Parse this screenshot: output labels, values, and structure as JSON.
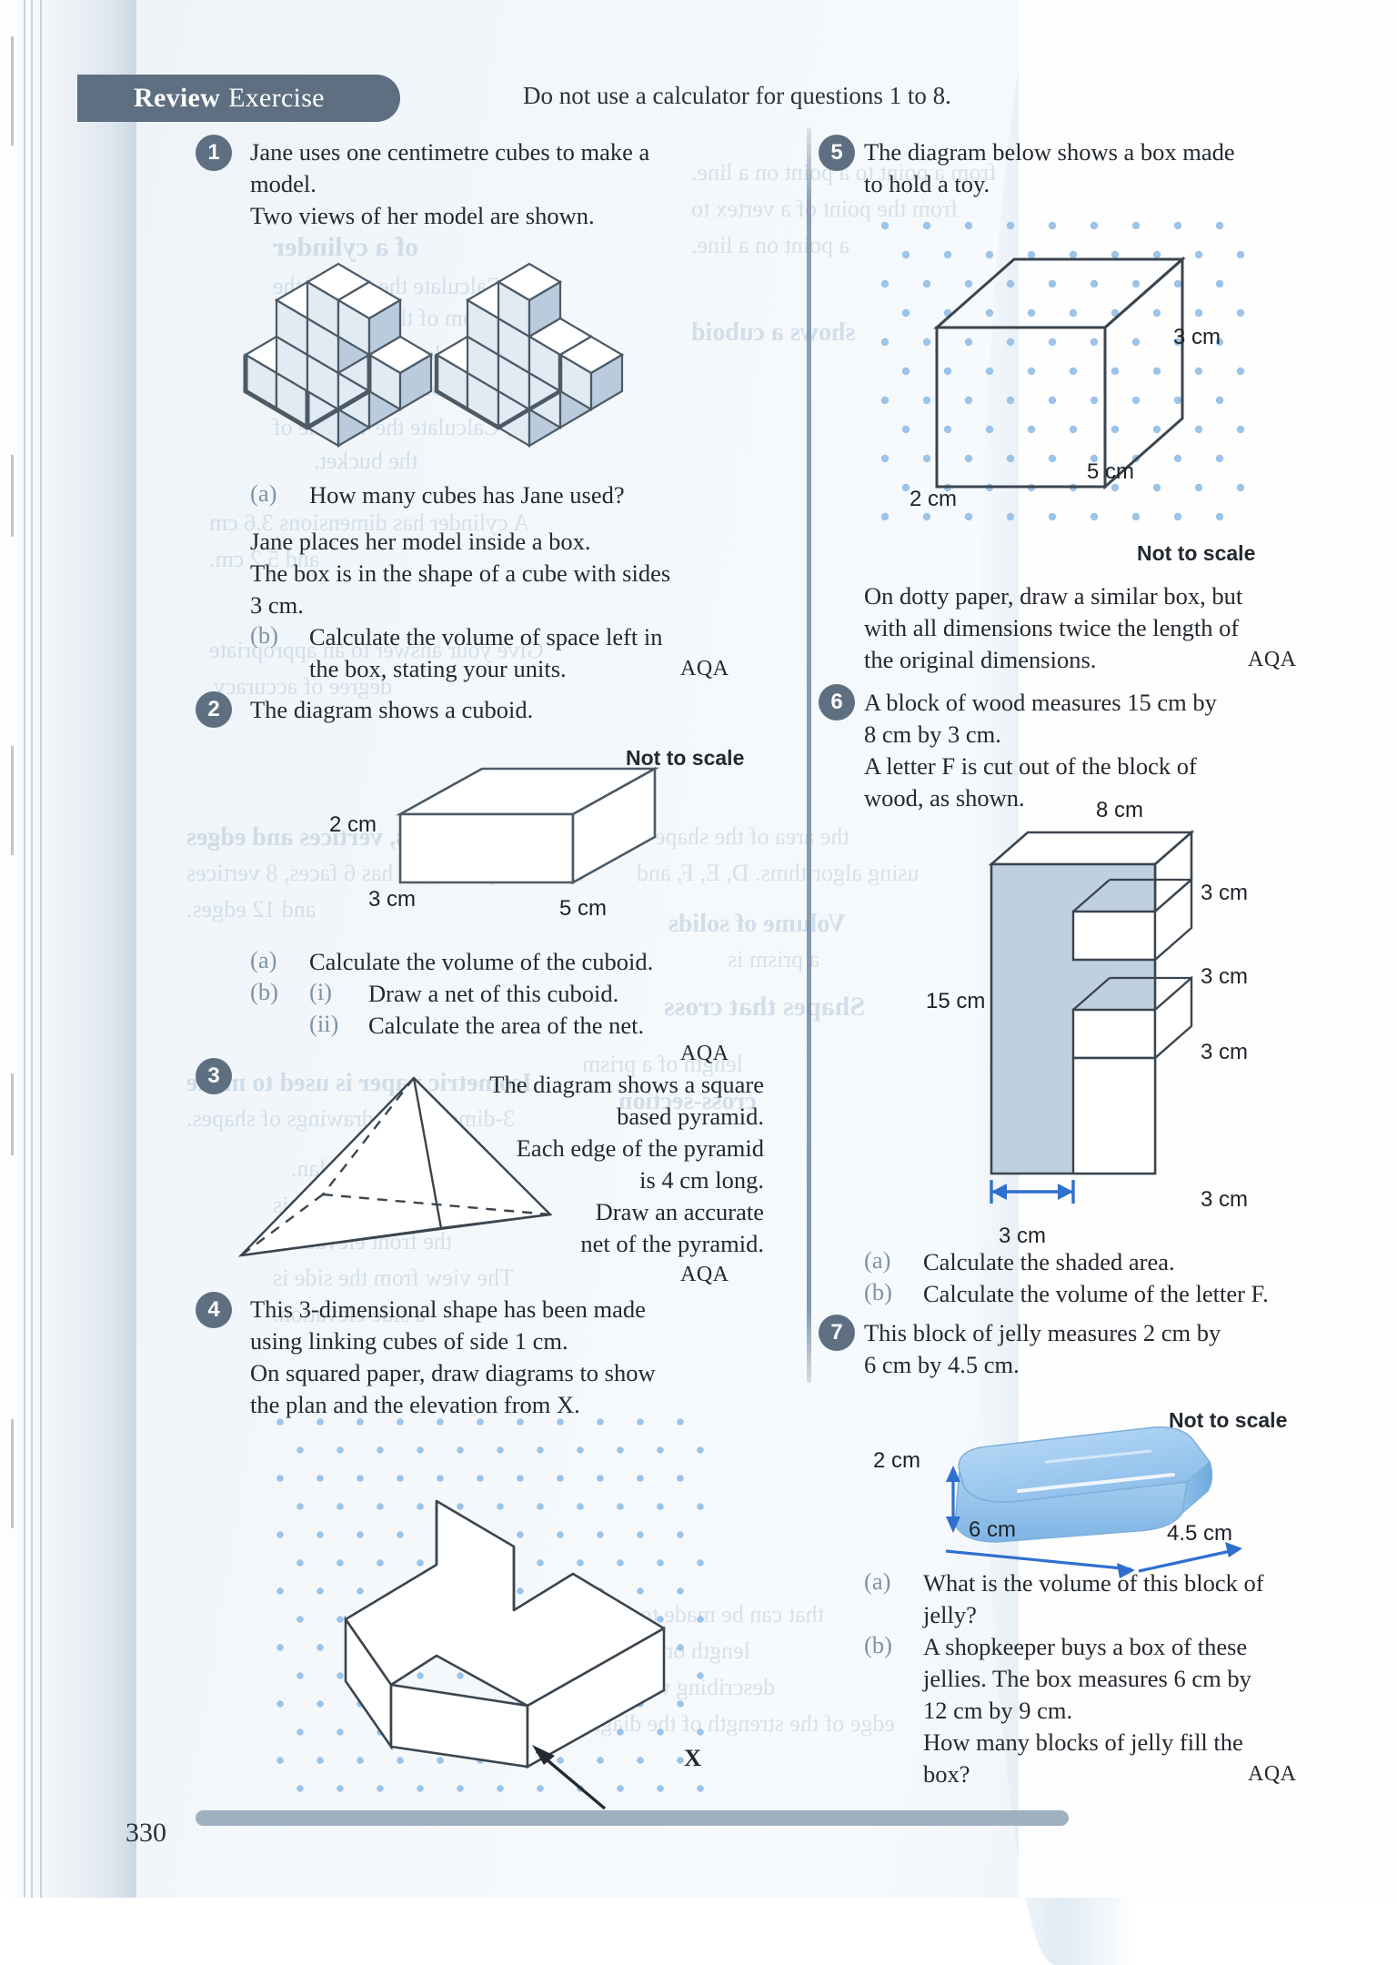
{
  "page": {
    "number": "330",
    "header_bold": "Review",
    "header_rest": "Exercise",
    "header_note": "Do not use a calculator for questions 1 to 8.",
    "aqa": "AQA",
    "not_to_scale": "Not to scale",
    "accent_header": "#5d6f80",
    "accent_sublabel": "#7f93a6",
    "accent_dot": "#9cc3e8",
    "accent_arrow": "#2f6fd0"
  },
  "questions": [
    {
      "num": "1",
      "lines": [
        "Jane uses one centimetre cubes to make a",
        "model.",
        "Two views of her model are shown."
      ],
      "part_a_label": "(a)",
      "part_a_text": "How many cubes has Jane used?",
      "mid_lines": [
        "Jane places her model inside a box.",
        "The box is in the shape of a cube with sides",
        "3 cm."
      ],
      "part_b_label": "(b)",
      "part_b_lines": [
        "Calculate the volume of space left in",
        "the box, stating your units."
      ],
      "source": "AQA"
    },
    {
      "num": "2",
      "lines": [
        "The diagram shows a cuboid."
      ],
      "not_to_scale": "Not to scale",
      "dimensions": {
        "height": "2 cm",
        "depth": "3 cm",
        "width": "5 cm"
      },
      "part_a_label": "(a)",
      "part_a_text": "Calculate the volume of the cuboid.",
      "part_b_label": "(b)",
      "part_b_i_label": "(i)",
      "part_b_i_text": "Draw a net of this cuboid.",
      "part_b_ii_label": "(ii)",
      "part_b_ii_text": "Calculate the area of the net.",
      "source": "AQA"
    },
    {
      "num": "3",
      "lines": [
        "The diagram shows a square",
        "based pyramid.",
        "Each edge of the pyramid",
        "is 4 cm long.",
        "Draw an accurate",
        "net of the pyramid."
      ],
      "source": "AQA"
    },
    {
      "num": "4",
      "lines": [
        "This 3-dimensional shape has been made",
        "using linking cubes of side 1 cm.",
        "On squared paper, draw diagrams to show",
        "the plan and the elevation from X."
      ],
      "marker": "X"
    },
    {
      "num": "5",
      "lines": [
        "The diagram below shows a box made",
        "to hold a toy."
      ],
      "not_to_scale": "Not to scale",
      "dimensions": {
        "height": "3 cm",
        "width": "5 cm",
        "depth": "2 cm"
      },
      "tail_lines": [
        "On dotty paper, draw a similar box, but",
        "with all dimensions twice the length of",
        "the original dimensions."
      ],
      "source": "AQA"
    },
    {
      "num": "6",
      "lines": [
        "A block of wood measures 15 cm by",
        "8 cm by 3 cm.",
        "A letter F is cut out of the block of",
        "wood, as shown."
      ],
      "dimensions": {
        "top": "8 cm",
        "left": "15 cm",
        "r1": "3 cm",
        "r2": "3 cm",
        "r3": "3 cm",
        "r4": "3 cm",
        "bottom": "3 cm"
      },
      "part_a_label": "(a)",
      "part_a_text": "Calculate the shaded area.",
      "part_b_label": "(b)",
      "part_b_text": "Calculate the volume of the letter F."
    },
    {
      "num": "7",
      "lines": [
        "This block of jelly measures 2 cm by",
        "6 cm by 4.5 cm."
      ],
      "not_to_scale": "Not to scale",
      "dimensions": {
        "height": "2 cm",
        "width": "6 cm",
        "depth": "4.5 cm"
      },
      "part_a_label": "(a)",
      "part_a_lines": [
        "What is the volume of this block of",
        "jelly?"
      ],
      "part_b_label": "(b)",
      "part_b_lines": [
        "A shopkeeper buys a box of these",
        "jellies. The box measures 6 cm by",
        "12 cm by 9 cm.",
        "How many blocks of jelly fill the",
        "box?"
      ],
      "source": "AQA"
    }
  ]
}
